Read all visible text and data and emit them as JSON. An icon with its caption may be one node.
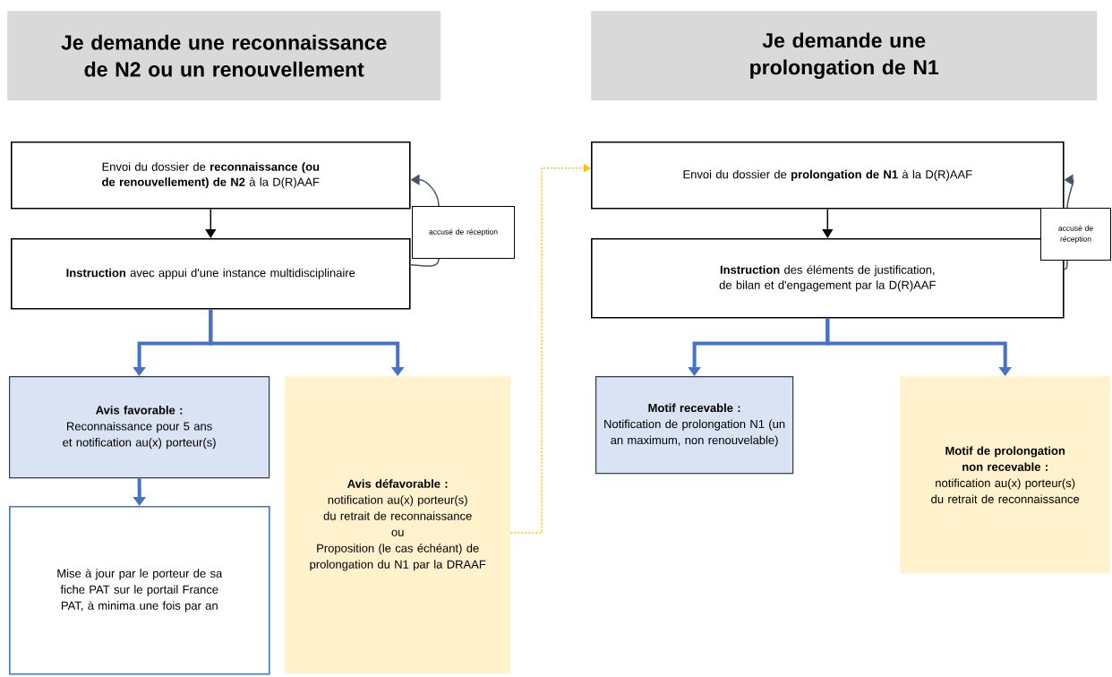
{
  "diagram": {
    "nodes": [
      {
        "text": [
          "Je demande une reconnaissance de N2 ou un renouvellement"
        ]
      },
      {
        "text": [
          "Je demande une prolongation de N1"
        ]
      },
      {
        "text": [
          "Envoi du dossier de **reconnaissance (ou de renouvellement) de N2** à la D(R)AAF"
        ]
      },
      {
        "text": [
          "**Instruction** avec appui d'une instance multidisciplinaire"
        ]
      },
      {
        "text": [
          "accusé de réception"
        ]
      },
      {
        "text": [
          "Avis favorable :",
          "Reconnaissance pour 5 ans et notification au(x) porteur(s)"
        ]
      },
      {
        "text": [
          "Mise à jour par le porteur de sa fiche PAT sur le portail France PAT, à minima une fois par an"
        ]
      },
      {
        "text": [
          "Avis défavorable :",
          "notification au(x) porteur(s) du retrait de reconnaissance",
          "ou",
          "Proposition (le cas échéant) de prolongation du N1 par la DRAAF"
        ]
      },
      {
        "text": [
          "Envoi du dossier de **prolongation de N1** à la D(R)AAF"
        ]
      },
      {
        "text": [
          "**Instruction** des éléments de justification, de bilan et d'engagement par la D(R)AAF"
        ]
      },
      {
        "text": [
          "accusé de réception"
        ]
      },
      {
        "text": [
          "Motif recevable :",
          "Notification de prolongation N1 (un an maximum, non renouvelable)"
        ]
      },
      {
        "text": [
          "**Motif de prolongation non recevable** :",
          "notification au(x) porteur(s) du retrait de reconnaissance"
        ]
      }
    ],
    "edges": [
      {
        "from": 2,
        "to": 3,
        "arrow": "to",
        "color": "#000000"
      },
      {
        "from": 3,
        "to": 4,
        "arrow": "none",
        "color": "#44546a"
      },
      {
        "from": 4,
        "to": 2,
        "arrow": "to",
        "color": "#44546a"
      },
      {
        "from": 3,
        "to": 5,
        "arrow": "to",
        "style": "thick",
        "color": "#4472c4"
      },
      {
        "from": 3,
        "to": 7,
        "arrow": "to",
        "style": "thick",
        "color": "#4472c4"
      },
      {
        "from": 5,
        "to": 6,
        "arrow": "to",
        "style": "thick",
        "color": "#4472c4"
      },
      {
        "from": 7,
        "to": 8,
        "arrow": "to",
        "style": "dashed",
        "color": "#ffc000"
      },
      {
        "from": 8,
        "to": 9,
        "arrow": "to",
        "color": "#000000"
      },
      {
        "from": 9,
        "to": 10,
        "arrow": "none",
        "color": "#44546a"
      },
      {
        "from": 10,
        "to": 8,
        "arrow": "to",
        "color": "#44546a"
      },
      {
        "from": 9,
        "to": 11,
        "arrow": "to",
        "style": "thick",
        "color": "#4472c4"
      },
      {
        "from": 9,
        "to": 12,
        "arrow": "to",
        "style": "thick",
        "color": "#4472c4"
      }
    ]
  }
}
